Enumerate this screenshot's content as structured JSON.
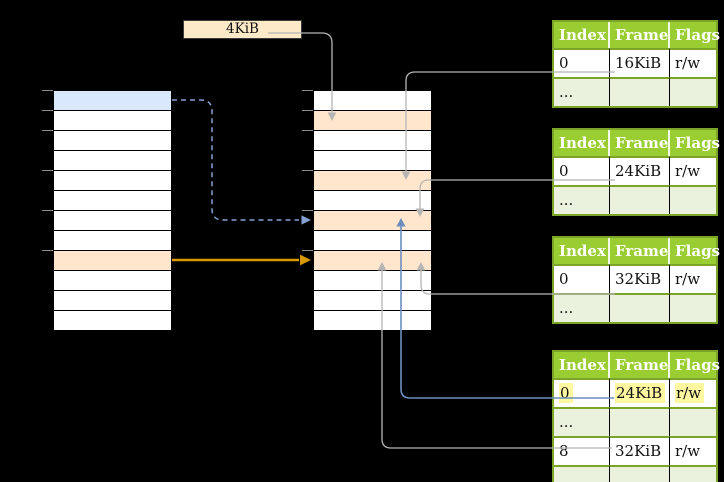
{
  "page_size_label": "4KiB",
  "virtual_memory": {
    "rows": [
      "blue",
      "plain",
      "plain",
      "plain",
      "plain",
      "plain",
      "plain",
      "plain",
      "orange",
      "plain",
      "plain",
      "plain"
    ]
  },
  "physical_memory": {
    "rows": [
      "plain",
      "orange",
      "plain",
      "plain",
      "orange",
      "plain",
      "orange",
      "plain",
      "orange",
      "plain",
      "plain",
      "plain"
    ]
  },
  "page_tables": [
    {
      "headers": [
        "Index",
        "Frame",
        "Flags"
      ],
      "rows": [
        {
          "cells": [
            "0",
            "16KiB",
            "r/w"
          ],
          "shaded": false,
          "highlighted": false
        },
        {
          "cells": [
            "...",
            "",
            ""
          ],
          "shaded": true,
          "highlighted": false
        }
      ]
    },
    {
      "headers": [
        "Index",
        "Frame",
        "Flags"
      ],
      "rows": [
        {
          "cells": [
            "0",
            "24KiB",
            "r/w"
          ],
          "shaded": false,
          "highlighted": false
        },
        {
          "cells": [
            "...",
            "",
            ""
          ],
          "shaded": true,
          "highlighted": false
        }
      ]
    },
    {
      "headers": [
        "Index",
        "Frame",
        "Flags"
      ],
      "rows": [
        {
          "cells": [
            "0",
            "32KiB",
            "r/w"
          ],
          "shaded": false,
          "highlighted": false
        },
        {
          "cells": [
            "...",
            "",
            ""
          ],
          "shaded": true,
          "highlighted": false
        }
      ]
    },
    {
      "headers": [
        "Index",
        "Frame",
        "Flags"
      ],
      "rows": [
        {
          "cells": [
            "0",
            "24KiB",
            "r/w"
          ],
          "shaded": false,
          "highlighted": true
        },
        {
          "cells": [
            "...",
            "",
            ""
          ],
          "shaded": true,
          "highlighted": false
        },
        {
          "cells": [
            "8",
            "32KiB",
            "r/w"
          ],
          "shaded": false,
          "highlighted": false
        },
        {
          "cells": [
            "...",
            "",
            ""
          ],
          "shaded": true,
          "highlighted": false
        }
      ]
    }
  ],
  "arrows": [
    {
      "name": "page-size-to-frame-arrow",
      "style": "gray-solid"
    },
    {
      "name": "table1-16kib-frame-arrow",
      "style": "gray-solid"
    },
    {
      "name": "table2-24kib-frame-arrow",
      "style": "gray-solid"
    },
    {
      "name": "table3-32kib-frame-arrow",
      "style": "gray-solid"
    },
    {
      "name": "table4-24kib-frame-arrow",
      "style": "blue-solid"
    },
    {
      "name": "table4-32kib-frame-arrow",
      "style": "gray-solid"
    },
    {
      "name": "mapping-arrow-orange",
      "style": "orange-solid"
    },
    {
      "name": "mapping-arrow-dashed",
      "style": "blue-dashed"
    }
  ],
  "colors": {
    "table_header_bg": "#9acd32",
    "table_border": "#7ba428",
    "table_alt_row_bg": "#eaf1dc",
    "highlight_blue": "#dae8fc",
    "highlight_orange": "#ffe6cc",
    "label_box_bg": "#fbe9c7",
    "label_box_border": "#3b3b3b",
    "row_highlight_yellow": "#fff8a0",
    "arrow_gray": "#b5b5b5",
    "arrow_blue": "#6c8ebf",
    "arrow_blue_dashed": "#85a3cf",
    "arrow_orange": "#d79b00"
  }
}
